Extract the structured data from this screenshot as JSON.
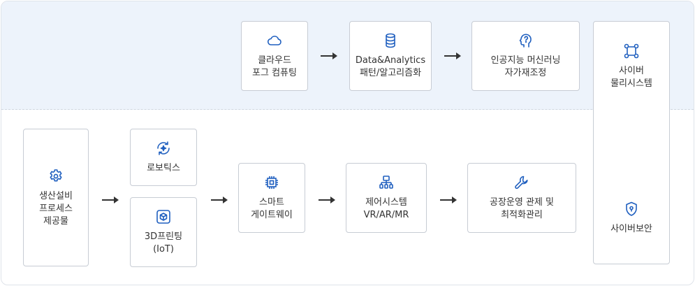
{
  "cloud": {
    "line1": "클라우드",
    "line2": "포그 컴퓨팅",
    "icon": "cloud-icon"
  },
  "data_analytics": {
    "line1": "Data&Analytics",
    "line2": "패턴/알고리즘화",
    "icon": "database-icon"
  },
  "ai": {
    "line1": "인공지능 머신러닝",
    "line2": "자가재조정",
    "icon": "brain-icon"
  },
  "cyber_physical": {
    "line1": "사이버",
    "line2": "물리시스템",
    "icon": "network-icon"
  },
  "cyber_security": {
    "line1": "사이버보안",
    "icon": "shield-icon"
  },
  "production": {
    "line1": "생산설비",
    "line2": "프로세스",
    "line3": "제공물",
    "icon": "gear-icon"
  },
  "robotics": {
    "line1": "로보틱스",
    "icon": "robot-cycle-icon"
  },
  "printing": {
    "line1": "3D프린팅",
    "line2": "(IoT)",
    "icon": "cube-icon"
  },
  "smart_gateway": {
    "line1": "스마트",
    "line2": "게이트웨이",
    "icon": "chip-icon"
  },
  "control_system": {
    "line1": "제어시스템",
    "line2": "VR/AR/MR",
    "icon": "hierarchy-icon"
  },
  "factory_ops": {
    "line1": "공장운영 관제 및",
    "line2": "최적화관리",
    "icon": "wrench-icon"
  },
  "colors": {
    "accent": "#1f5fbf",
    "border": "#c7ccd4",
    "band": "#edf3fb"
  }
}
